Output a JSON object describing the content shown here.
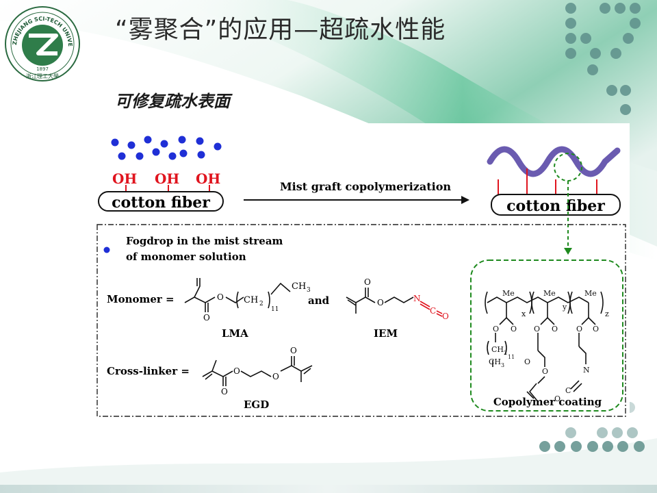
{
  "slide": {
    "title": "“雾聚合”的应用—超疏水性能",
    "subtitle": "可修复疏水表面"
  },
  "logo": {
    "ring_text": "ZHEJIANG SCI-TECH UNIVERSITY",
    "year": "1897",
    "bottom_text": "浙江理工大學"
  },
  "figure": {
    "oh_label": "OH",
    "fiber_label": "cotton fiber",
    "arrow_label": "Mist graft copolymerization",
    "legend_line1": "Fogdrop in the mist stream",
    "legend_line2": "of monomer solution",
    "monomer_label": "Monomer =",
    "and_label": "and",
    "crosslinker_label": "Cross-linker =",
    "lma_label": "LMA",
    "iem_label": "IEM",
    "egd_label": "EGD",
    "coating_label": "Copolymer coating",
    "chem": {
      "ch3": "CH",
      "ch3_sub": "3",
      "ch2": "CH",
      "ch2_sub": "2",
      "n11": "11",
      "o": "O",
      "n": "N",
      "c": "C",
      "me": "Me",
      "x": "x",
      "y": "y",
      "z": "z"
    }
  },
  "colors": {
    "accent_teal": "#5a9a95",
    "drop_blue": "#1f2fd6",
    "oh_red": "#e0141e",
    "wave_purple": "#6a5bb0",
    "dash_green": "#1e8a1e"
  }
}
